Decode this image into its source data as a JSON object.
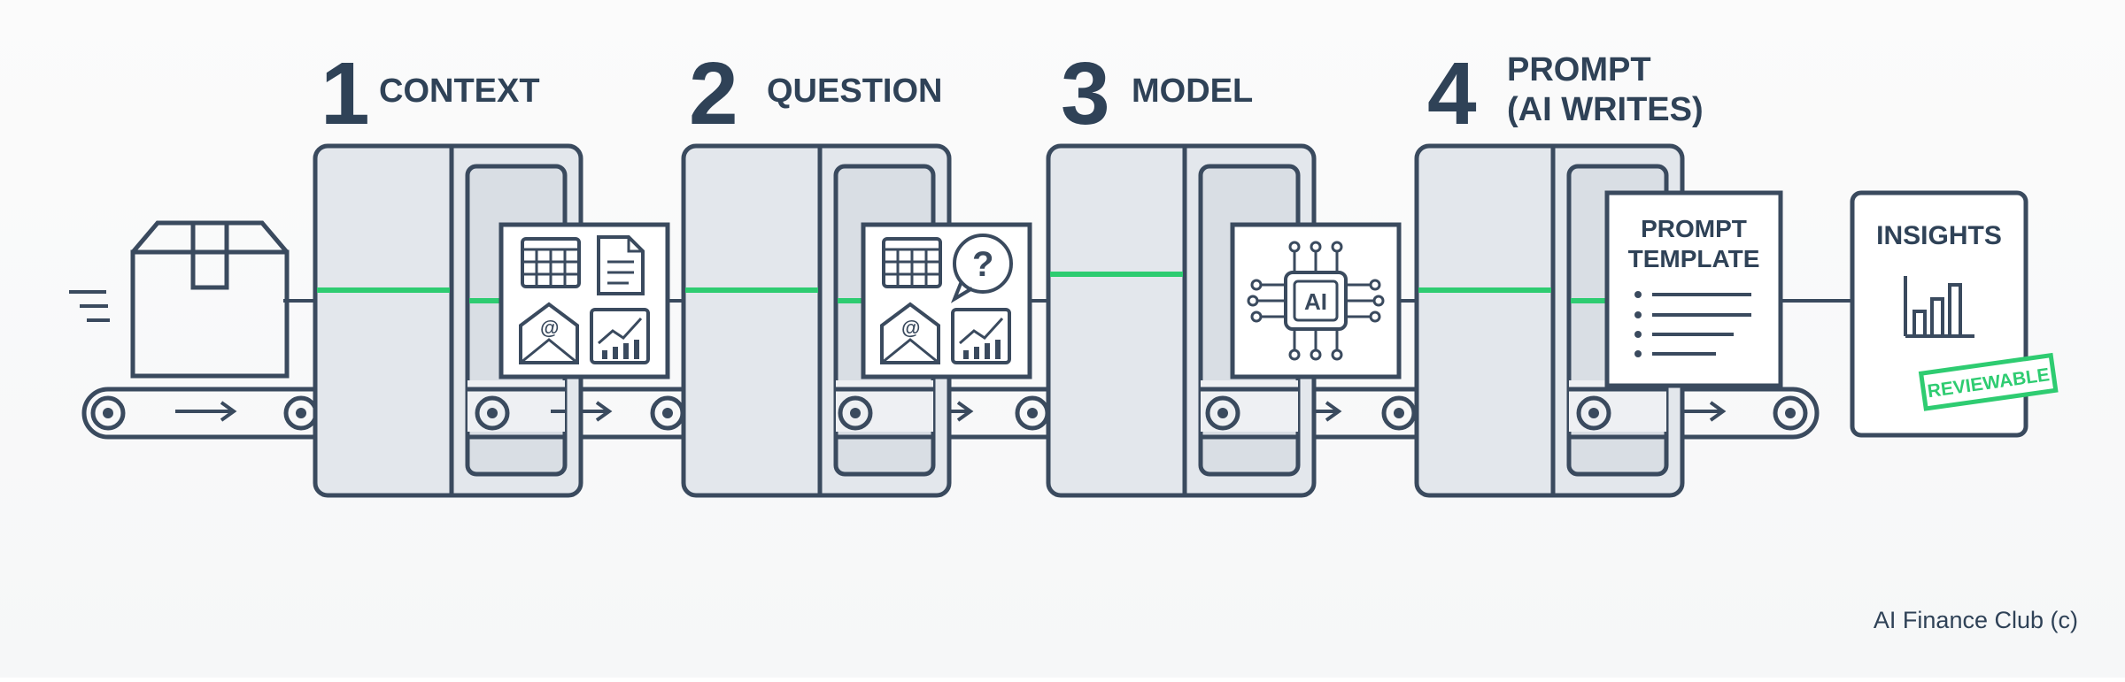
{
  "steps": [
    {
      "number": "1",
      "label": "CONTEXT"
    },
    {
      "number": "2",
      "label": "QUESTION"
    },
    {
      "number": "3",
      "label": "MODEL"
    },
    {
      "number": "4",
      "label": "PROMPT",
      "label_line2": "(AI WRITES)"
    }
  ],
  "chip_label": "AI",
  "prompt_template": {
    "title_line1": "PROMPT",
    "title_line2": "TEMPLATE"
  },
  "insights": {
    "title": "INSIGHTS",
    "stamp": "REVIEWABLE"
  },
  "credit": "AI Finance Club (c)",
  "colors": {
    "ink": "#3a4a5e",
    "accent_green": "#2ecc71",
    "machine_fill": "#e3e7ec"
  }
}
